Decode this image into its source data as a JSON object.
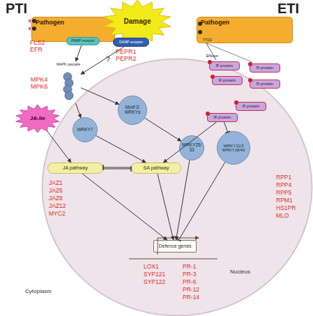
{
  "diagram": {
    "nodes": [
      {
        "text": [
          "Pathogen"
        ]
      },
      {
        "text": [
          "PAMP receptor"
        ]
      },
      {
        "text": [
          "Damage"
        ]
      },
      {
        "text": [
          "DAMP receptor"
        ]
      },
      {
        "text": [
          "Pathogen"
        ]
      },
      {
        "text": [
          "R protein"
        ]
      },
      {
        "text": [
          "R protein"
        ]
      },
      {
        "text": [
          "R protein"
        ]
      },
      {
        "text": [
          "R protein"
        ]
      },
      {
        "text": [
          "MAPK cascade"
        ]
      },
      {
        "text": [
          "JA-Ile"
        ]
      },
      {
        "text": [
          "Nucleus"
        ]
      },
      {
        "text": [
          "Motif D WRKYs"
        ],
        "in": 11
      },
      {
        "text": [
          "WRKY7"
        ],
        "in": 11
      },
      {
        "text": [
          "WRKY25/ 33"
        ],
        "in": 11
      },
      {
        "text": [
          "WRKY11/2 WRKY18/40"
        ],
        "in": 11
      },
      {
        "text": [
          "R protein"
        ],
        "in": 11
      },
      {
        "text": [
          "R protein"
        ],
        "in": 11
      },
      {
        "text": [
          "JA pathway"
        ],
        "in": 11
      },
      {
        "text": [
          "SA pathway"
        ],
        "in": 11
      },
      {
        "text": [
          "Defence genes"
        ],
        "in": 11
      }
    ],
    "edges": [
      {
        "from": 1,
        "to": 9,
        "arrow": "to"
      },
      {
        "from": 3,
        "to": 9,
        "label": "?",
        "arrow": "to"
      },
      {
        "from": 9,
        "to": 13,
        "arrow": "to"
      },
      {
        "from": 9,
        "to": 12,
        "arrow": "to"
      },
      {
        "from": 12,
        "to": 14,
        "arrow": "to"
      },
      {
        "from": 13,
        "to": 19,
        "arrow": "to"
      },
      {
        "from": 10,
        "to": 18,
        "arrow": "to"
      },
      {
        "from": 18,
        "to": 19,
        "arrow": "to"
      },
      {
        "from": 19,
        "to": 18,
        "arrow": "to"
      },
      {
        "from": 18,
        "to": 20,
        "arrow": "to"
      },
      {
        "from": 19,
        "to": 20,
        "arrow": "to"
      },
      {
        "from": 14,
        "to": 20,
        "arrow": "to"
      },
      {
        "from": 15,
        "to": 20,
        "arrow": "to"
      },
      {
        "from": 16,
        "to": 15,
        "arrow": "to"
      },
      {
        "from": 16,
        "to": 19,
        "arrow": "to"
      }
    ],
    "labels": [
      "PTI",
      "ETI",
      "FLS2",
      "EFR",
      "PEPR1",
      "PEPR2",
      "TTSS",
      "Effector",
      "MPK4",
      "MPK6",
      "JAZ1",
      "JAZ6",
      "JAZ8",
      "JAZ12",
      "MYC2",
      "RPP1",
      "RPP4",
      "RPP5",
      "RPM1",
      "HS1PR",
      "MLO",
      "LOX1",
      "SYP121",
      "SYP122",
      "PR-1",
      "PR-3",
      "PR-6",
      "PR-12",
      "PR-14",
      "Cytoplasm"
    ]
  }
}
